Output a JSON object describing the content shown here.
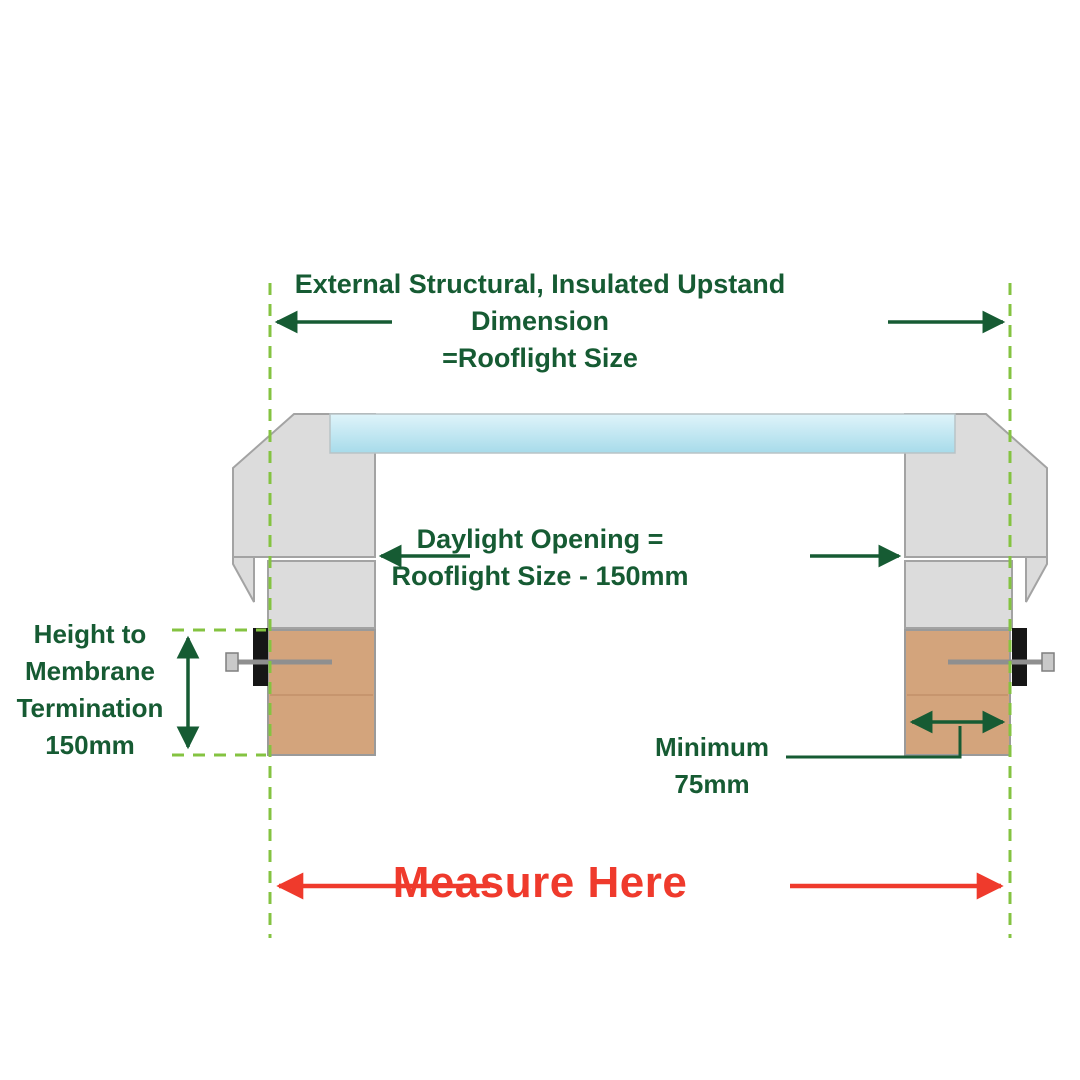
{
  "colors": {
    "label_green": "#165b33",
    "guide_green_dashed": "#84c341",
    "measure_red": "#ef3a2c",
    "glass_blue_top": "#dff4fa",
    "glass_blue_bottom": "#a7dbea",
    "frame_grey": "#dcdcdc",
    "timber_tan": "#d3a47c",
    "seal_black": "#161616"
  },
  "labels": {
    "top": {
      "lines": [
        "External Structural, Insulated Upstand",
        "Dimension",
        "=Rooflight Size"
      ]
    },
    "daylight": {
      "lines": [
        "Daylight Opening =",
        "Rooflight Size - 150mm"
      ]
    },
    "height": {
      "lines": [
        "Height to",
        "Membrane",
        "Termination",
        "150mm"
      ]
    },
    "minimum": {
      "lines": [
        "Minimum",
        "75mm"
      ]
    },
    "measure": "Measure Here"
  }
}
